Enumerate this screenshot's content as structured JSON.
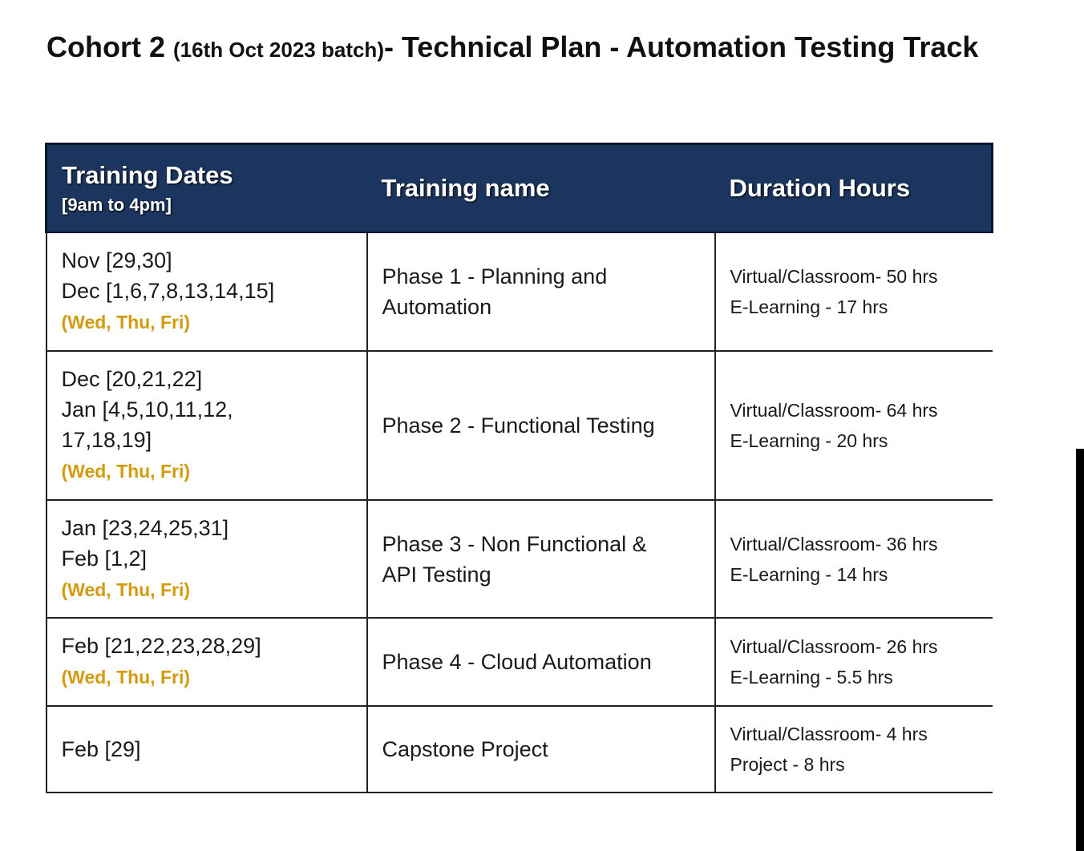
{
  "title": {
    "main": "Cohort 2 ",
    "batch": "(16th Oct 2023 batch)",
    "rest": "- Technical Plan - Automation Testing Track"
  },
  "table": {
    "headers": {
      "dates": "Training Dates",
      "dates_sub": "[9am to 4pm]",
      "name": "Training name",
      "duration": "Duration Hours"
    },
    "rows": [
      {
        "date_lines": [
          "Nov [29,30]",
          "Dec [1,6,7,8,13,14,15]"
        ],
        "days": "(Wed, Thu, Fri)",
        "name_lines": [
          "Phase 1 - Planning and",
          "Automation"
        ],
        "duration_lines": [
          "Virtual/Classroom- 50 hrs",
          "E-Learning - 17 hrs"
        ]
      },
      {
        "date_lines": [
          "Dec [20,21,22]",
          "Jan [4,5,10,11,12,",
          "17,18,19]"
        ],
        "days": "(Wed, Thu, Fri)",
        "name_lines": [
          "Phase 2 - Functional Testing"
        ],
        "duration_lines": [
          "Virtual/Classroom- 64 hrs",
          "E-Learning - 20 hrs"
        ]
      },
      {
        "date_lines": [
          "Jan [23,24,25,31]",
          "Feb [1,2]"
        ],
        "days": "(Wed, Thu, Fri)",
        "name_lines": [
          "Phase 3 - Non Functional &",
          "API Testing"
        ],
        "duration_lines": [
          "Virtual/Classroom- 36 hrs",
          "E-Learning - 14 hrs"
        ]
      },
      {
        "date_lines": [
          "Feb [21,22,23,28,29]"
        ],
        "days": "(Wed, Thu, Fri)",
        "name_lines": [
          "Phase 4 - Cloud Automation"
        ],
        "duration_lines": [
          "Virtual/Classroom- 26 hrs",
          "E-Learning - 5.5 hrs"
        ]
      },
      {
        "date_lines": [
          "Feb [29]"
        ],
        "days": "",
        "name_lines": [
          "Capstone Project"
        ],
        "duration_lines": [
          "Virtual/Classroom- 4 hrs",
          "Project  - 8 hrs"
        ]
      }
    ]
  }
}
